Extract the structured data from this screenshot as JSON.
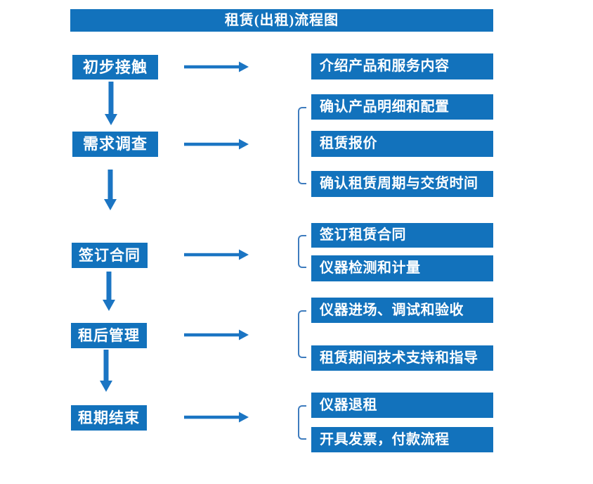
{
  "title": "租赁(出租)流程图",
  "stages": [
    {
      "label": "初步接触",
      "details": [
        "介绍产品和服务内容"
      ]
    },
    {
      "label": "需求调查",
      "details": [
        "确认产品明细和配置",
        "租赁报价",
        "确认租赁周期与交货时间"
      ]
    },
    {
      "label": "签订合同",
      "details": [
        "签订租赁合同",
        "仪器检测和计量"
      ]
    },
    {
      "label": "租后管理",
      "details": [
        "仪器进场、调试和验收",
        "租赁期间技术支持和指导"
      ]
    },
    {
      "label": "租期结束",
      "details": [
        "仪器退租",
        "开具发票，付款流程"
      ]
    }
  ],
  "colors": {
    "box_blue": "#1272BC",
    "arrow_blue": "#1B75C3",
    "bracket_blue": "#3E7CBE",
    "text_white": "#FFFFFF",
    "background": "#FFFFFF"
  }
}
